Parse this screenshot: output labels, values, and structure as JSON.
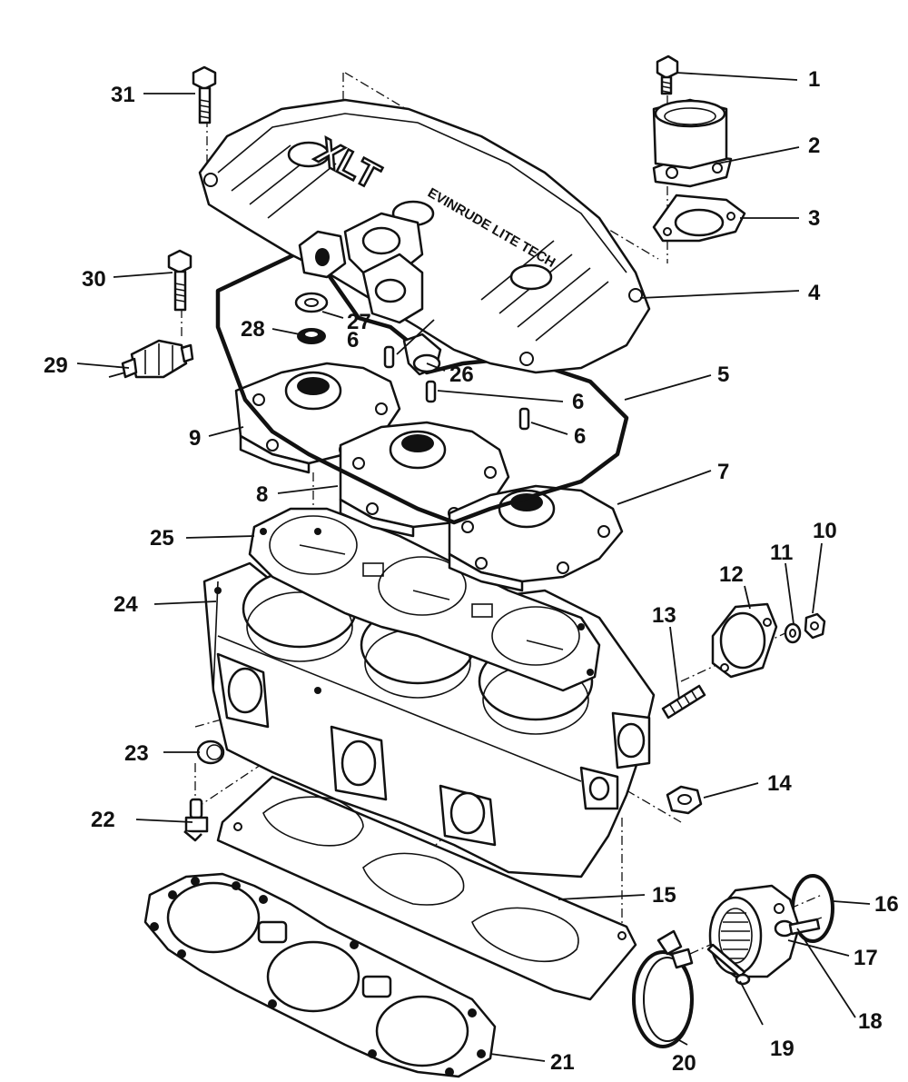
{
  "diagram": {
    "cover_logo": "XLT",
    "cover_text": "EVINRUDE LITE TECH",
    "callouts": [
      "1",
      "2",
      "3",
      "4",
      "5",
      "6",
      "6",
      "6",
      "7",
      "8",
      "9",
      "10",
      "11",
      "12",
      "13",
      "14",
      "15",
      "16",
      "17",
      "18",
      "19",
      "20",
      "21",
      "22",
      "23",
      "24",
      "25",
      "26",
      "27",
      "28",
      "29",
      "30",
      "31"
    ]
  }
}
